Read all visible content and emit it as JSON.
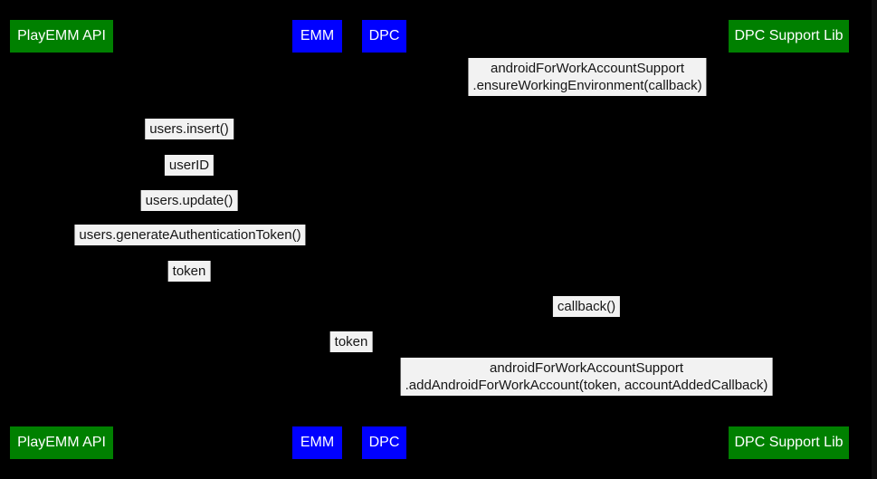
{
  "diagram": {
    "type": "sequence-diagram",
    "background_color": "#000000",
    "actor_colors": {
      "green": "#008000",
      "blue": "#0000ff",
      "text": "#ffffff"
    },
    "message_style": {
      "background": "#f2f2f2",
      "text_color": "#161616"
    },
    "actors": [
      {
        "label": "PlayEMM API",
        "color": "#008000"
      },
      {
        "label": "EMM",
        "color": "#0000ff"
      },
      {
        "label": "DPC",
        "color": "#0000ff"
      },
      {
        "label": "DPC Support Lib",
        "color": "#008000"
      }
    ],
    "messages": [
      {
        "lines": [
          "androidForWorkAccountSupport",
          ".ensureWorkingEnvironment(callback)"
        ]
      },
      {
        "lines": [
          "users.insert()"
        ]
      },
      {
        "lines": [
          "userID"
        ]
      },
      {
        "lines": [
          "users.update()"
        ]
      },
      {
        "lines": [
          "users.generateAuthenticationToken()"
        ]
      },
      {
        "lines": [
          "token"
        ]
      },
      {
        "lines": [
          "callback()"
        ]
      },
      {
        "lines": [
          "token"
        ]
      },
      {
        "lines": [
          "androidForWorkAccountSupport",
          ".addAndroidForWorkAccount(token, accountAddedCallback)"
        ]
      }
    ]
  }
}
